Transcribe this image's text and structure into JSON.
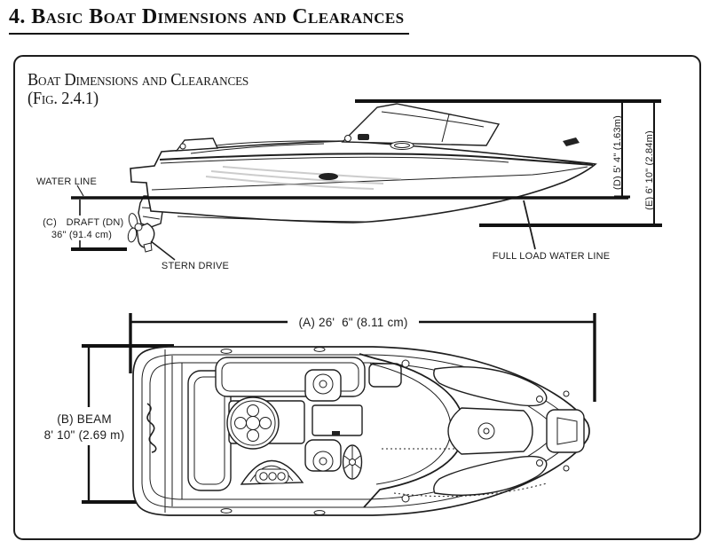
{
  "page": {
    "title": "4. Basic Boat Dimensions and Clearances"
  },
  "figure_box": {
    "heading": "Boat Dimensions and Clearances",
    "figure_ref": "(Fig. 2.4.1)",
    "side_view": {
      "water_line_label": "WATER LINE",
      "draft_letter": "(C)",
      "draft_name": "DRAFT (DN)",
      "draft_value": "36\" (91.4 cm)",
      "stern_drive_label": "STERN DRIVE",
      "full_load_water_line_label": "FULL LOAD WATER LINE",
      "dim_d": "(D) 5' 4\" (1.63m)",
      "dim_e": "(E) 6' 10\" (2.84m)"
    },
    "top_view": {
      "dim_a": "(A) 26'  6\" (8.11 cm)",
      "beam_label": "(B) BEAM",
      "beam_value": "8' 10\" (2.69 m)"
    },
    "colors": {
      "ink": "#1b1b1b",
      "paper": "#ffffff"
    }
  }
}
